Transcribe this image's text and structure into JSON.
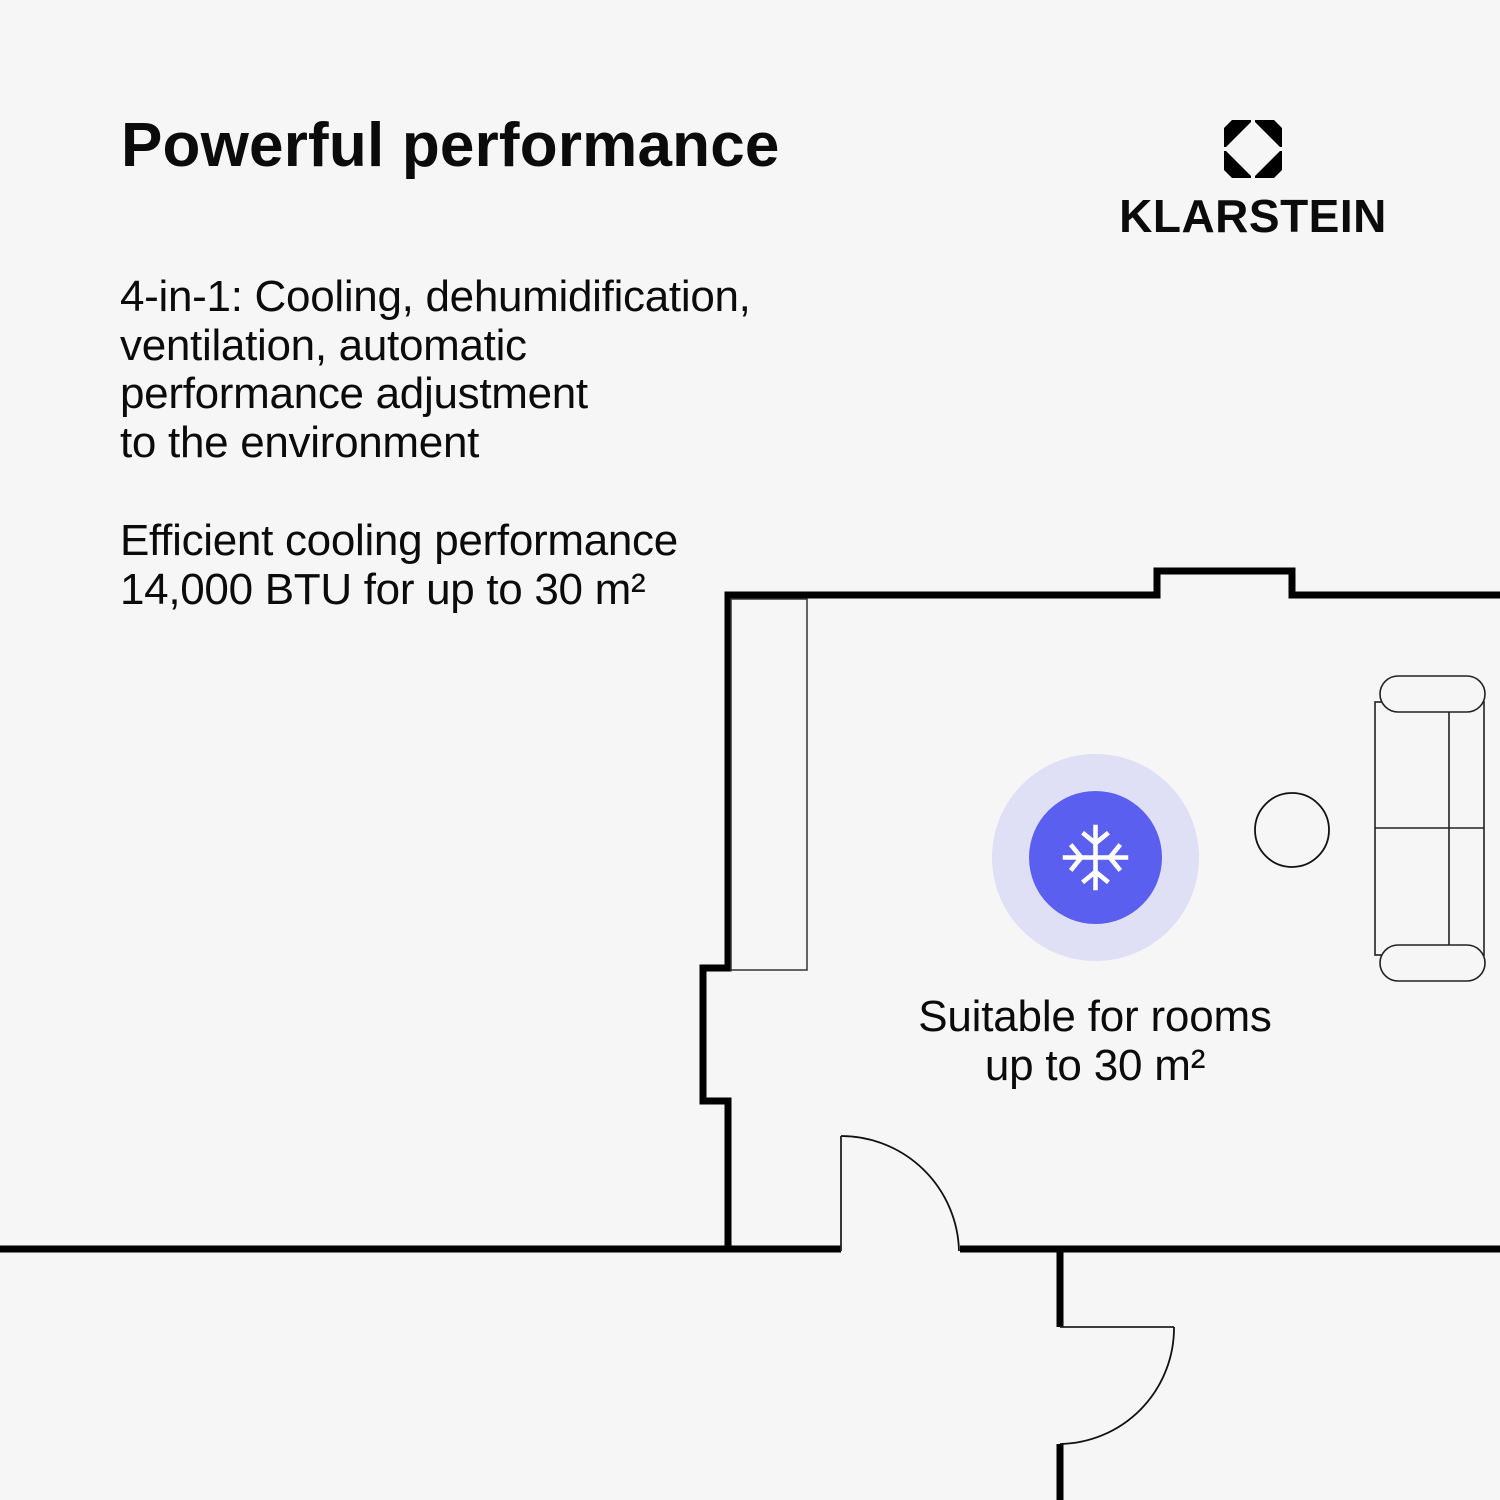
{
  "headline": "Powerful performance",
  "brand": {
    "name": "KLARSTEIN",
    "logo_icon": "octagon-diamond-mark"
  },
  "features": {
    "lines": [
      "4-in-1: Cooling, dehumidification,",
      "ventilation, automatic",
      "performance adjustment",
      "to the environment"
    ]
  },
  "efficiency": {
    "lines": [
      "Efficient cooling performance",
      "14,000 BTU for up to 30 m²"
    ]
  },
  "room_caption": {
    "lines": [
      "Suitable for rooms",
      "up to 30 m²"
    ]
  },
  "ac_unit": {
    "icon": "snowflake-icon"
  },
  "colors": {
    "background": "#f6f6f6",
    "accent": "#5b5fef",
    "accent_halo": "#dfdff5",
    "wall": "#000000",
    "text": "#0b0b0b"
  }
}
